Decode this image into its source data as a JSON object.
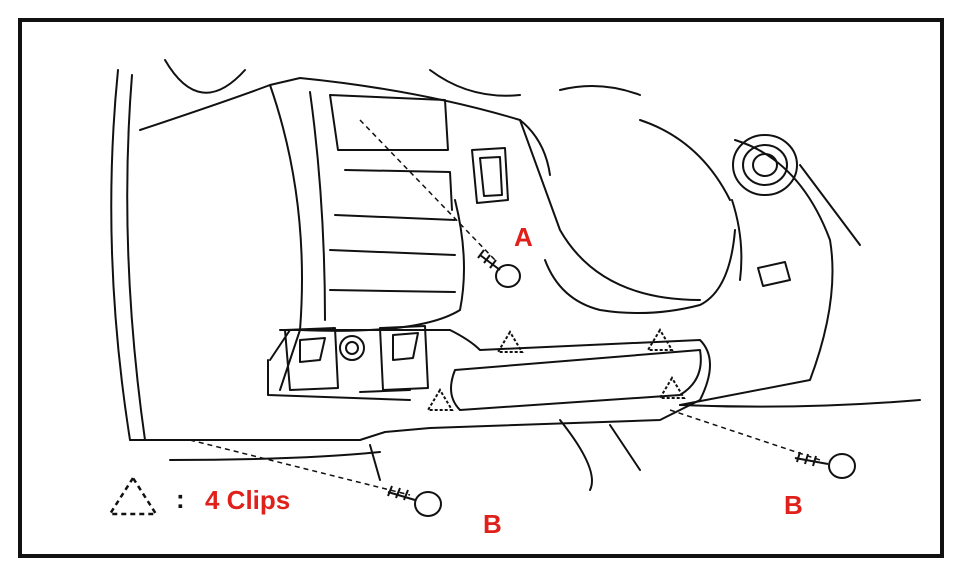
{
  "labels": {
    "fastener_a": "A",
    "fastener_b_left": "B",
    "fastener_b_right": "B",
    "legend_text": "4 Clips",
    "legend_separator": ":"
  },
  "icons": {
    "clip_marker": "dashed-triangle-icon",
    "screw": "screw-icon"
  },
  "colors": {
    "label": "#e0201b",
    "line": "#111111",
    "background": "#ffffff"
  }
}
